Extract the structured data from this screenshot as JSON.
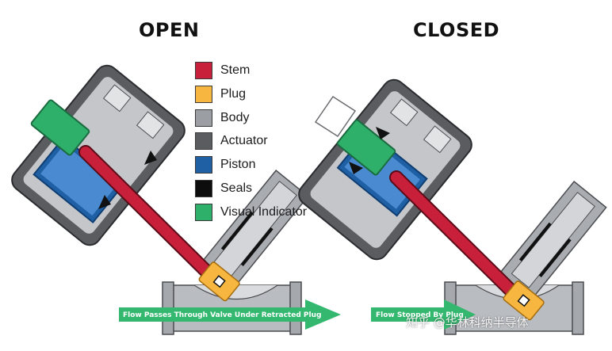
{
  "titles": {
    "open": "OPEN",
    "closed": "CLOSED"
  },
  "legend": [
    {
      "label": "Stem",
      "color": "#c8203a"
    },
    {
      "label": "Plug",
      "color": "#f6b63f"
    },
    {
      "label": "Body",
      "color": "#9b9ea3"
    },
    {
      "label": "Actuator",
      "color": "#5a5c60"
    },
    {
      "label": "Piston",
      "color": "#1f5fa4"
    },
    {
      "label": "Seals",
      "color": "#0d0d0d"
    },
    {
      "label": "Visual Indicator",
      "color": "#2fb06a"
    }
  ],
  "flow": {
    "open_label": "Flow Passes Through Valve Under Retracted Plug",
    "closed_label": "Flow Stopped By Plug",
    "color": "#34b86f"
  },
  "watermark": "知乎 @华林科纳半导体"
}
